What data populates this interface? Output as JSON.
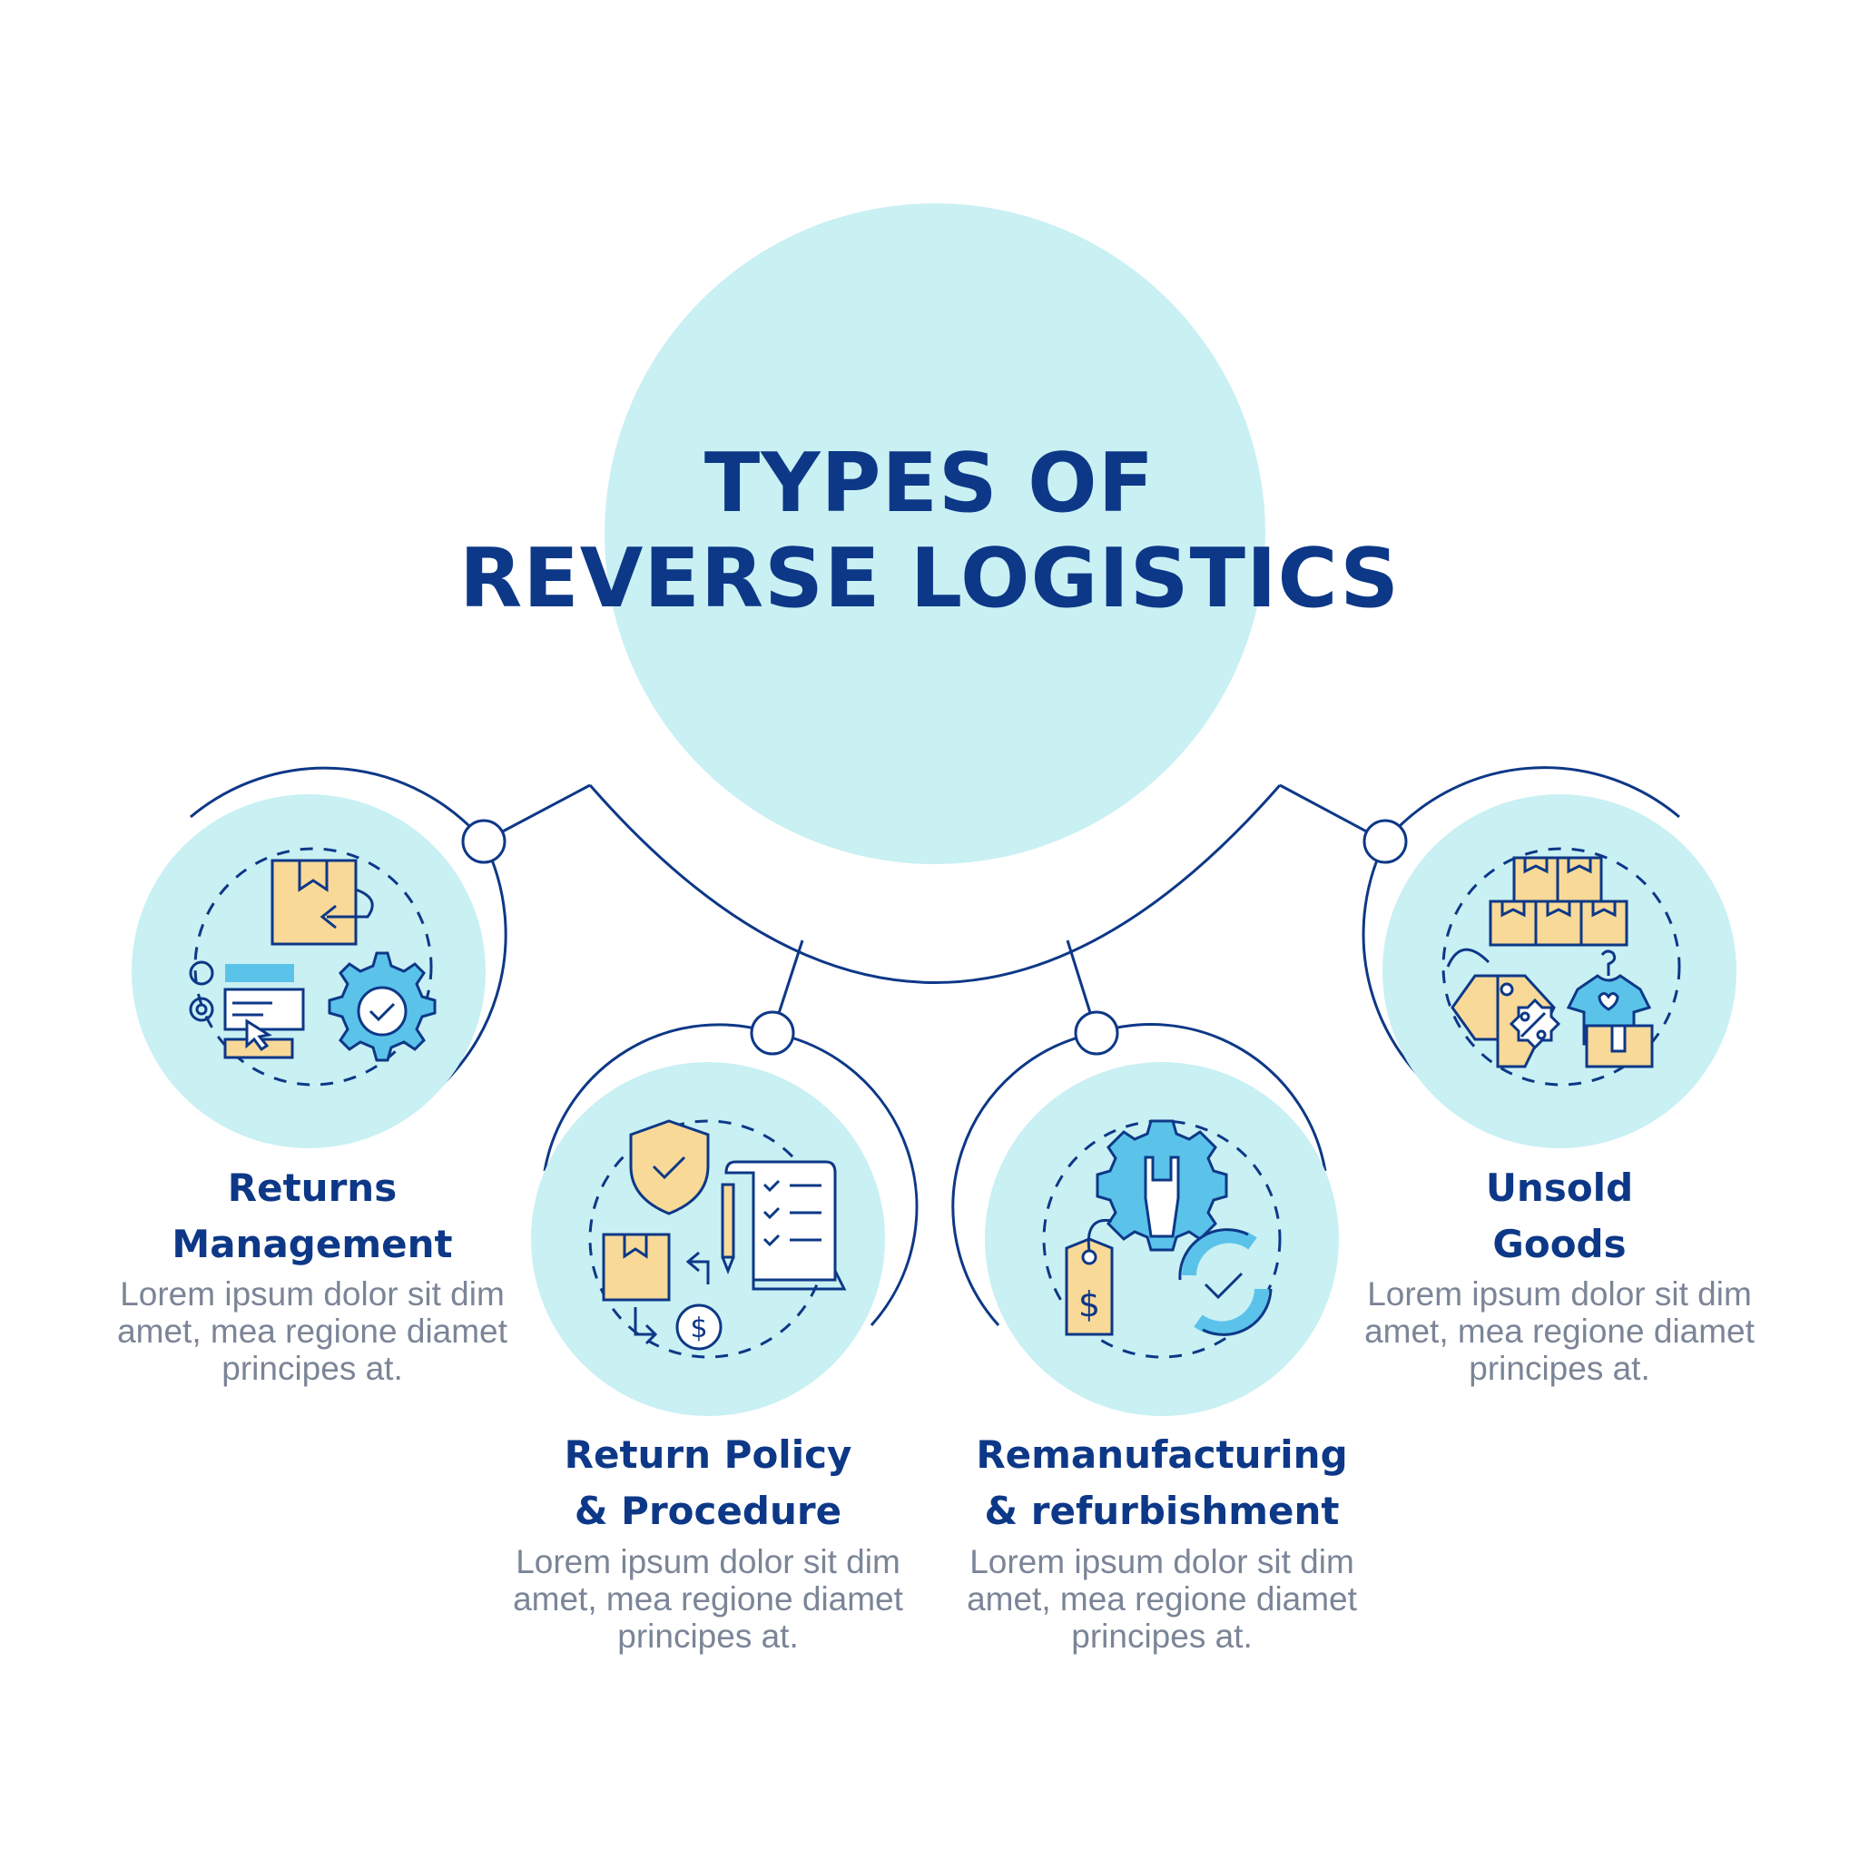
{
  "title": {
    "line1": "TYPES OF",
    "line2": "REVERSE LOGISTICS"
  },
  "colors": {
    "navy": "#0d3887",
    "circle_fill": "#c9f0f3",
    "icon_blue": "#5bc3ea",
    "icon_yellow": "#f8d998",
    "text_gray": "#7b8597"
  },
  "items": [
    {
      "label_line1": "Returns",
      "label_line2": "Management",
      "desc_line1": "Lorem ipsum dolor sit dim",
      "desc_line2": "amet, mea regione diamet",
      "desc_line3": "principes at.",
      "icon": "returns-management-icon"
    },
    {
      "label_line1": "Return Policy",
      "label_line2": "& Procedure",
      "desc_line1": "Lorem ipsum dolor sit dim",
      "desc_line2": "amet, mea regione diamet",
      "desc_line3": "principes at.",
      "icon": "return-policy-icon"
    },
    {
      "label_line1": "Remanufacturing",
      "label_line2": "& refurbishment",
      "desc_line1": "Lorem ipsum dolor sit dim",
      "desc_line2": "amet, mea regione diamet",
      "desc_line3": "principes at.",
      "icon": "remanufacturing-icon"
    },
    {
      "label_line1": "Unsold",
      "label_line2": "Goods",
      "desc_line1": "Lorem ipsum dolor sit dim",
      "desc_line2": "amet, mea regione diamet",
      "desc_line3": "principes at.",
      "icon": "unsold-goods-icon"
    }
  ]
}
